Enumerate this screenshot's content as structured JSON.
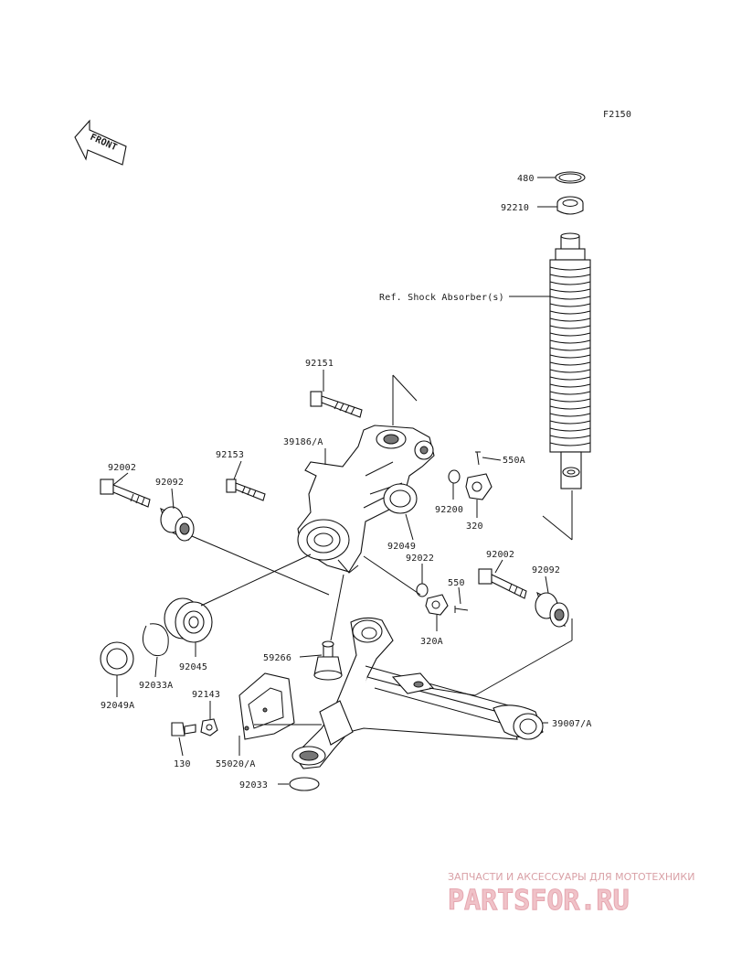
{
  "figure_id": "F2150",
  "front_arrow": "FRONT",
  "ref_label": "Ref. Shock Absorber(s)",
  "parts": {
    "p480": "480",
    "p92210": "92210",
    "p92151": "92151",
    "p39186": "39186/A",
    "p92153": "92153",
    "p92002a": "92002",
    "p92092a": "92092",
    "p550a": "550A",
    "p92200": "92200",
    "p320": "320",
    "p92049": "92049",
    "p92022": "92022",
    "p92002b": "92002",
    "p92092b": "92092",
    "p550": "550",
    "p320a": "320A",
    "p92045": "92045",
    "p92033a": "92033A",
    "p92049a": "92049A",
    "p59266": "59266",
    "p92143": "92143",
    "p130": "130",
    "p55020": "55020/A",
    "p92033": "92033",
    "p39007": "39007/A"
  },
  "watermark": {
    "top_line": "ЗАПЧАСТИ И АКСЕССУАРЫ ДЛЯ МОТОТЕХНИКИ",
    "brand": "PARTSFOR.RU"
  },
  "colors": {
    "ink": "#111111",
    "watermark": "#e8a9b1"
  }
}
